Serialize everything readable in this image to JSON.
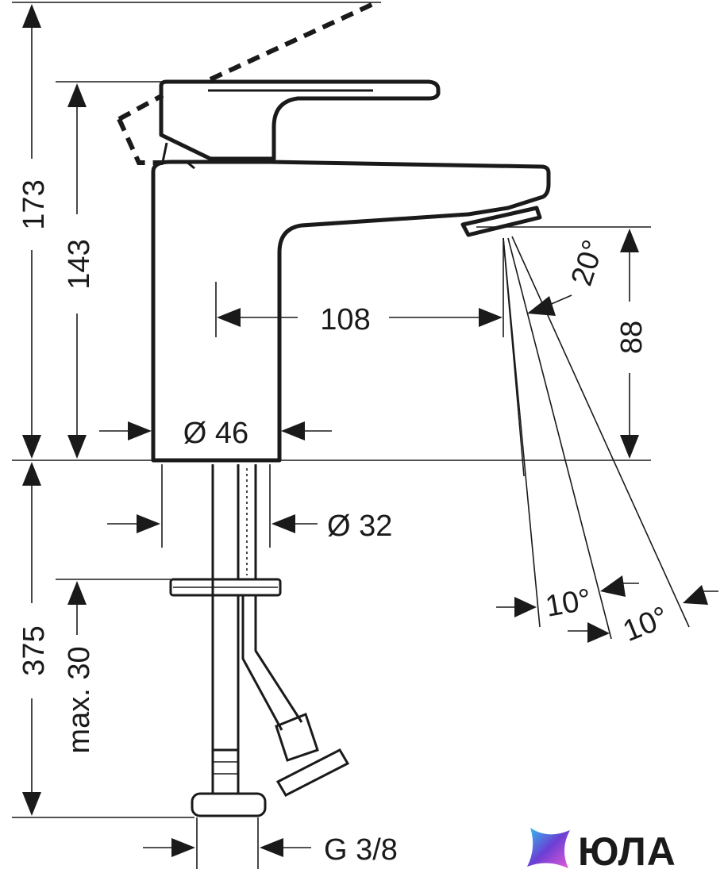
{
  "dimensions": {
    "total_height": "173",
    "lever_height": "143",
    "spout_reach": "108",
    "spout_height": "88",
    "body_diameter": "Ø 46",
    "shank_diameter": "Ø 32",
    "mount_height": "375",
    "max_thickness": "max. 30",
    "connection": "G 3/8",
    "spray_angle": "20°",
    "angle_left": "10°",
    "angle_right": "10°"
  },
  "brand": {
    "name": "ЮЛА",
    "colors": [
      "#6b3fd4",
      "#2fc3f0",
      "#e85ad8"
    ]
  }
}
